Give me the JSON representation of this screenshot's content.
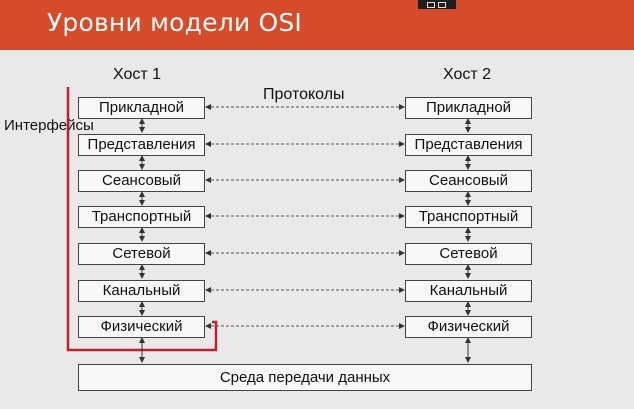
{
  "header": {
    "title": "Уровни модели OSI",
    "bg_color": "#d64b2a"
  },
  "diagram": {
    "host1_label": "Хост 1",
    "host2_label": "Хост 2",
    "protocols_label": "Протоколы",
    "interfaces_label": "Интерфейсы",
    "layers": [
      "Прикладной",
      "Представления",
      "Сеансовый",
      "Транспортный",
      "Сетевой",
      "Канальный",
      "Физический"
    ],
    "medium_label": "Среда передачи данных",
    "highlight_color": "#c0202a"
  }
}
